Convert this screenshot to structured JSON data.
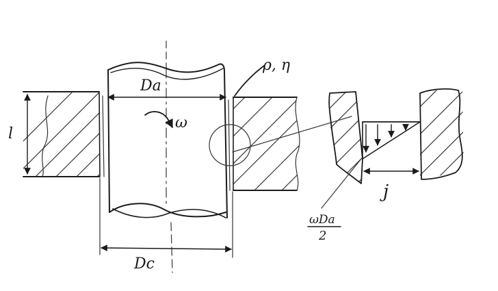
{
  "labels": {
    "length": "l",
    "shaft_diameter": "Da",
    "omega": "ω",
    "fluid_props": "ρ, η",
    "bore_diameter": "Dc",
    "gap": "j",
    "velocity_numerator": "ωDa",
    "velocity_denominator": "2"
  }
}
